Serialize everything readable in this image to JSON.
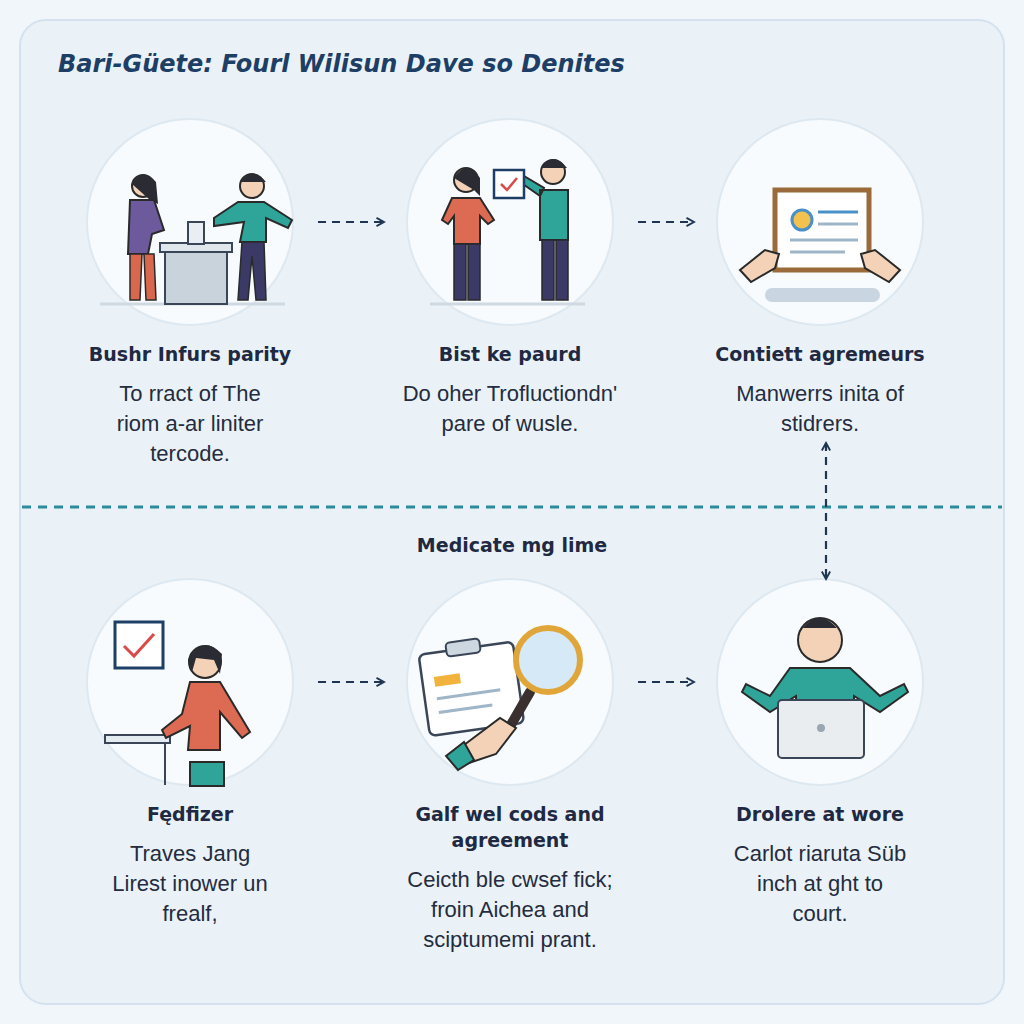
{
  "diagram": {
    "title": "Bari-Güete: Fourl Wilisun Dave so Denites",
    "nodes": [
      {
        "text": [
          "Bushr Infurs parity",
          "To rract of The riom a-ar liniter tercode."
        ]
      },
      {
        "text": [
          "Bist ke paurd",
          "Do oher Trofluctiondn' pare of wusle."
        ]
      },
      {
        "text": [
          "Contiett agremeurs",
          "Manwerrs inita of stidrers."
        ]
      },
      {
        "text": [
          "Fędfizer",
          "Traves Jang Lirest inower un frealf,"
        ]
      },
      {
        "text": [
          "Galf wel cods and agreement",
          "Ceicth ble cwsef fick; froin Aichea and sciptumemi prant."
        ]
      },
      {
        "text": [
          "Drolere at wore",
          "Carlot riaruta Süb inch at ght to court."
        ]
      }
    ],
    "edges": [
      {
        "from": 0,
        "to": 1,
        "arrow": "to"
      },
      {
        "from": 1,
        "to": 2,
        "arrow": "to"
      },
      {
        "from": 2,
        "to": 5,
        "arrow": "both"
      },
      {
        "from": 3,
        "to": 4,
        "arrow": "to"
      },
      {
        "from": 4,
        "to": 5,
        "arrow": "to"
      }
    ],
    "labels": [
      "Medicate mg lime"
    ]
  }
}
